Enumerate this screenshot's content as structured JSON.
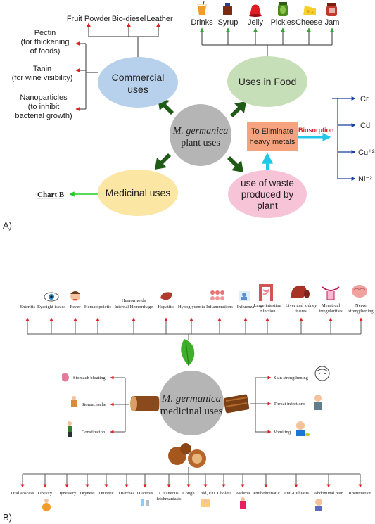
{
  "panel_a": {
    "label": "A)",
    "center": {
      "line1": "M. germanica",
      "line2": "plant uses"
    },
    "commercial": {
      "label_line1": "Commercial",
      "label_line2": "uses",
      "top_items": [
        "Fruit Powder",
        "Bio-diesel",
        "Leather"
      ],
      "left_items": [
        {
          "lines": [
            "Pectin",
            "(for thickening",
            "of foods)"
          ]
        },
        {
          "lines": [
            "Tanin",
            "(for wine visibility)"
          ]
        },
        {
          "lines": [
            "Nanoparticles",
            "(to inhibit",
            "bacterial growth)"
          ]
        }
      ]
    },
    "food": {
      "label": "Uses in Food",
      "items": [
        "Drinks",
        "Syrup",
        "Jelly",
        "Pickles",
        "Cheese",
        "Jam"
      ]
    },
    "medicinal": {
      "label": "Medicinal uses",
      "chart_ref": "Chart B"
    },
    "waste": {
      "lines": [
        "use of waste",
        "produced by",
        "plant"
      ],
      "box_lines": [
        "To Eliminate",
        "heavy metals"
      ],
      "arrow_label": "Biosorption",
      "metals": [
        "Cr",
        "Cd",
        "Cu⁺²",
        "Ni⁻²"
      ]
    }
  },
  "panel_b": {
    "label": "B)",
    "center": {
      "line1": "M. germanica",
      "line2": "medicinal uses"
    },
    "top_items": [
      {
        "lines": [
          "Enteritis"
        ]
      },
      {
        "lines": [
          "Eyesight issues"
        ]
      },
      {
        "lines": [
          "Fever"
        ]
      },
      {
        "lines": [
          "Hematopoietic"
        ]
      },
      {
        "lines": [
          "Hemorrhoids",
          "Internal Hemorrhage"
        ]
      },
      {
        "lines": [
          "Hepatitis"
        ]
      },
      {
        "lines": [
          "Hypoglycemia"
        ]
      },
      {
        "lines": [
          "Inflammations"
        ]
      },
      {
        "lines": [
          "Influenza"
        ]
      },
      {
        "lines": [
          "Large intestine",
          "infection"
        ]
      },
      {
        "lines": [
          "Liver and kidney",
          "issues"
        ]
      },
      {
        "lines": [
          "Menstrual",
          "irregularities"
        ]
      },
      {
        "lines": [
          "Nerve",
          "strengthening"
        ]
      }
    ],
    "left_items": [
      "Stomach bloating",
      "Stomachache",
      "Constipation"
    ],
    "right_items": [
      "Skin strengthening",
      "Throat infections",
      "Vomiting"
    ],
    "bottom_items": [
      {
        "lines": [
          "Oral abscess"
        ]
      },
      {
        "lines": [
          "Obesity"
        ]
      },
      {
        "lines": [
          "Dynestery"
        ]
      },
      {
        "lines": [
          "Dryness"
        ]
      },
      {
        "lines": [
          "Diuretic"
        ]
      },
      {
        "lines": [
          "Diarrhea"
        ]
      },
      {
        "lines": [
          "Diabetes"
        ]
      },
      {
        "lines": [
          "Cutaneous",
          "leishmaniasis"
        ]
      },
      {
        "lines": [
          "Cough"
        ]
      },
      {
        "lines": [
          "Cold, Flu"
        ]
      },
      {
        "lines": [
          "Cholera"
        ]
      },
      {
        "lines": [
          "Asthma"
        ]
      },
      {
        "lines": [
          "Antihelminatic"
        ]
      },
      {
        "lines": [
          "Anti-Lithiasis"
        ]
      },
      {
        "lines": [
          "Abdominal pain"
        ]
      },
      {
        "lines": [
          "Rheumatism"
        ]
      }
    ]
  }
}
